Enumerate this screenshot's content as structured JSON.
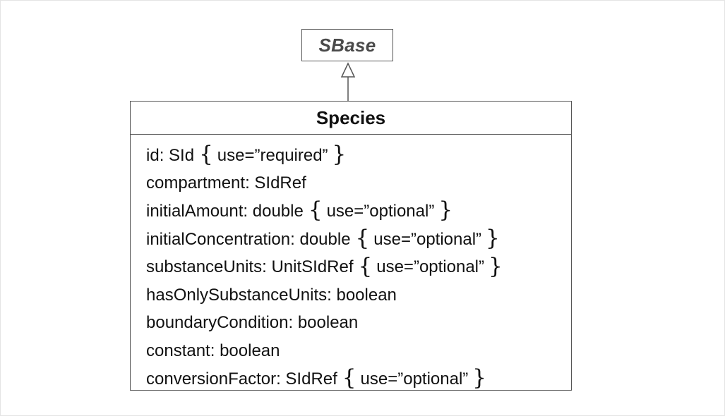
{
  "diagram": {
    "superclass": {
      "name": "SBase"
    },
    "class": {
      "name": "Species",
      "attributes": [
        {
          "name": "id",
          "type": "SId",
          "constraint": "use=”required”"
        },
        {
          "name": "compartment",
          "type": "SIdRef",
          "constraint": ""
        },
        {
          "name": "initialAmount",
          "type": "double",
          "constraint": "use=”optional”"
        },
        {
          "name": "initialConcentration",
          "type": "double",
          "constraint": "use=”optional”"
        },
        {
          "name": "substanceUnits",
          "type": "UnitSIdRef",
          "constraint": "use=”optional”"
        },
        {
          "name": "hasOnlySubstanceUnits",
          "type": "boolean",
          "constraint": ""
        },
        {
          "name": "boundaryCondition",
          "type": "boolean",
          "constraint": ""
        },
        {
          "name": "constant",
          "type": "boolean",
          "constraint": ""
        },
        {
          "name": "conversionFactor",
          "type": "SIdRef",
          "constraint": "use=”optional”"
        }
      ]
    },
    "relationship": "generalization",
    "colors": {
      "line": "#555555",
      "superclass_text": "#4a4a4a",
      "text": "#111111"
    }
  }
}
